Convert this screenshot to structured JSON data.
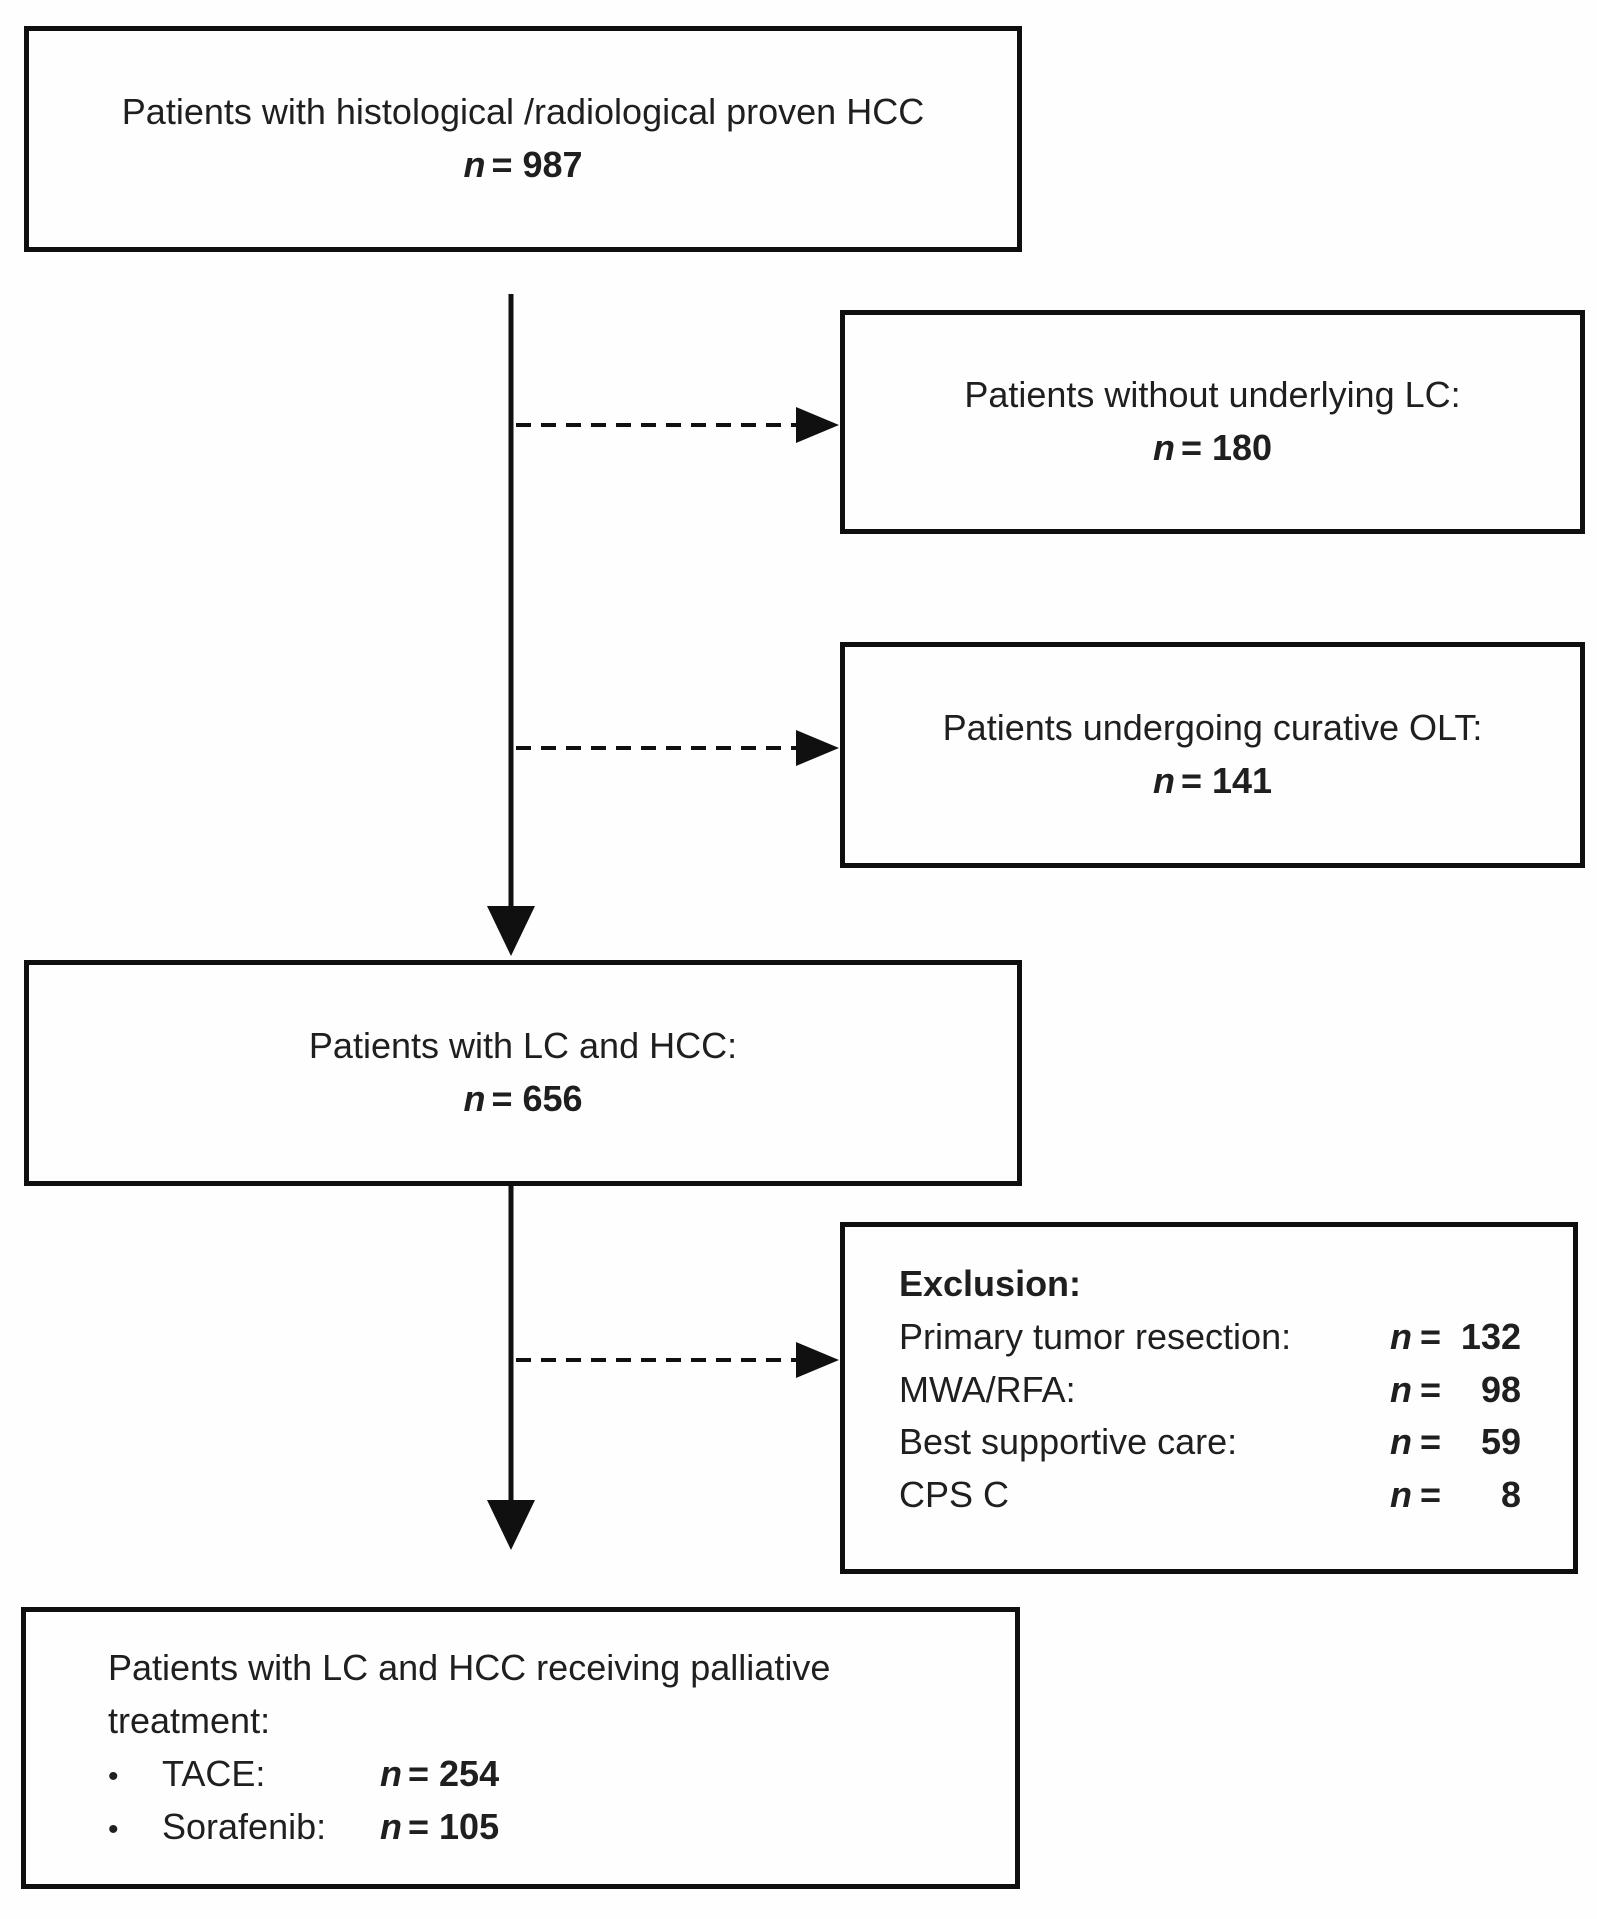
{
  "diagram": {
    "top_box": {
      "line1": "Patients with histological /radiological proven HCC",
      "n_italic": "n",
      "n_rest": "= 987"
    },
    "side_box_no_lc": {
      "line1": "Patients without underlying LC:",
      "n_italic": "n",
      "n_rest": "= 180"
    },
    "side_box_olt": {
      "line1": "Patients undergoing curative OLT:",
      "n_italic": "n",
      "n_rest": "= 141"
    },
    "middle_box": {
      "line1": "Patients with LC and HCC:",
      "n_italic": "n",
      "n_rest": "= 656"
    },
    "exclusion_box": {
      "title": "Exclusion:",
      "rows": [
        {
          "label": "Primary tumor resection:",
          "n_italic": "n",
          "eq": "=",
          "value": "132"
        },
        {
          "label": "MWA/RFA:",
          "n_italic": "n",
          "eq": "=",
          "value": "98"
        },
        {
          "label": "Best supportive care:",
          "n_italic": "n",
          "eq": "=",
          "value": "59"
        },
        {
          "label": "CPS C",
          "n_italic": "n",
          "eq": "=",
          "value": "8"
        }
      ]
    },
    "bottom_box": {
      "line1": "Patients with LC and HCC receiving palliative",
      "line2": "treatment:",
      "bullet_char": "•",
      "bullets": [
        {
          "label": "TACE:",
          "n_italic": "n",
          "n_rest": "= 254"
        },
        {
          "label": "Sorafenib:",
          "n_italic": "n",
          "n_rest": "= 105"
        }
      ]
    },
    "colors": {
      "ink": "#1f1f1f",
      "border": "#0f0f0f",
      "background": "#fefefe"
    }
  }
}
